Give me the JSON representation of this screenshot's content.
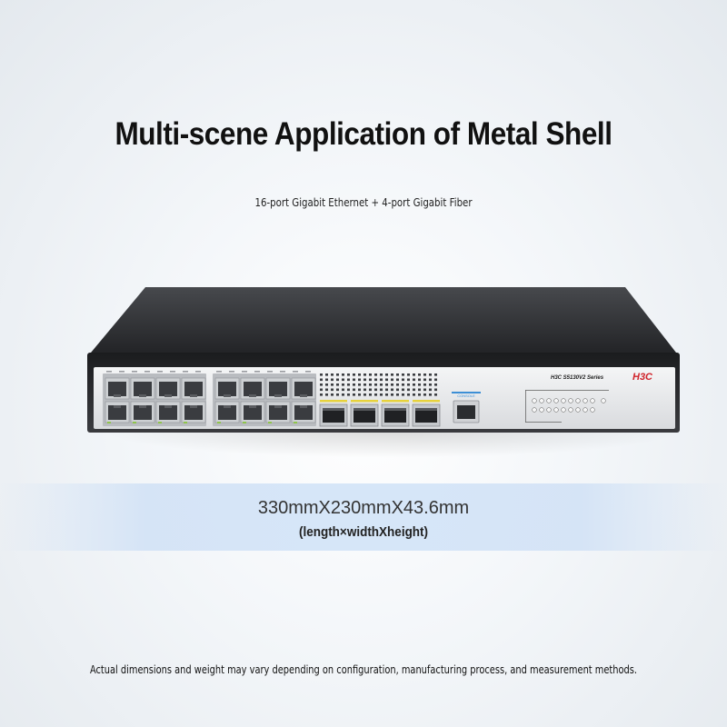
{
  "title": "Multi-scene Application of Metal Shell",
  "subtitle": "16-port Gigabit Ethernet + 4-port Gigabit Fiber",
  "product": {
    "brand_logo": "H3C",
    "model_text": "H3C  S5130V2  Series",
    "console_label": "CONSOLE",
    "rj45_port_count": 16,
    "sfp_port_count": 4
  },
  "dimensions": "330mmX230mmX43.6mm",
  "dimensions_note": "(length×widthXheight)",
  "disclaimer": "Actual dimensions and weight may vary depending on configuration, manufacturing process, and measurement methods.",
  "colors": {
    "chassis_top": "#2e3034",
    "front_panel": "#e9eaec",
    "logo_red": "#d0242b",
    "port_body": "#3a3c40",
    "sfp_accent": "#e7d23a",
    "console_accent": "#3c8fd6"
  }
}
